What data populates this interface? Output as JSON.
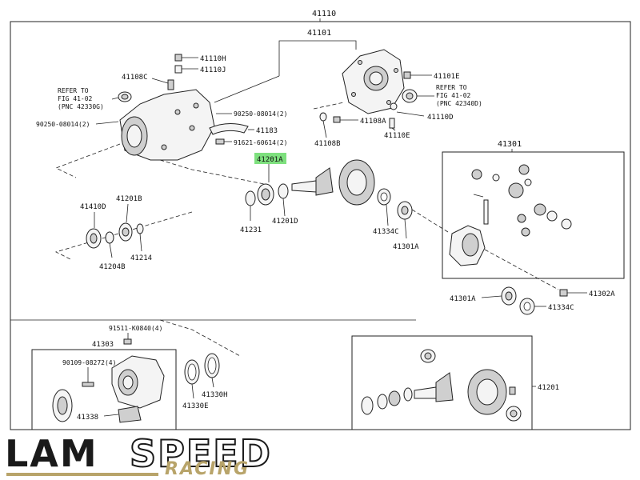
{
  "diagram": {
    "labels": {
      "assembly": "41110",
      "carrier_cover": "41101",
      "plug_h": "41110H",
      "plug_j": "41110J",
      "bolt_c": "41108C",
      "refer_left_1": "REFER TO",
      "refer_left_2": "FIG 41-02",
      "refer_left_3": "(PNC 42330G)",
      "gasket_left": "90250-08014(2)",
      "gasket_mid": "90250-08014(2)",
      "bracket": "41183",
      "bolt_91621": "91621-60614(2)",
      "plug_e": "41101E",
      "refer_right_1": "REFER TO",
      "refer_right_2": "FIG 41-02",
      "refer_right_3": "(PNC 42340D)",
      "bolt_a": "41108A",
      "washer_d": "41110D",
      "bolt_b": "41108B",
      "pin_e": "41110E",
      "highlighted": "41201A",
      "spacer": "41231",
      "bearing_d": "41201D",
      "case_label": "41301",
      "seal_d": "41410D",
      "bearing_b": "41201B",
      "shim_b": "41204B",
      "ring": "41214",
      "washer_c": "41334C",
      "bearing_a": "41301A",
      "bearing_a2": "41301A",
      "washer_c2": "41334C",
      "bolt_302a": "41302A",
      "bolt_k0840": "91511-K0840(4)",
      "cover_303": "41303",
      "bolt_08272": "90109-08272(4)",
      "gasket_h": "41330H",
      "gasket_e": "41330E",
      "bracket_338": "41338",
      "kit_201": "41201"
    }
  },
  "logo": {
    "word_1": "LAM",
    "word_2": "SPEED",
    "word_3": "RACING"
  },
  "colors": {
    "highlight": "#7ee07e",
    "gold": "#b8a46a",
    "ink": "#222222"
  }
}
